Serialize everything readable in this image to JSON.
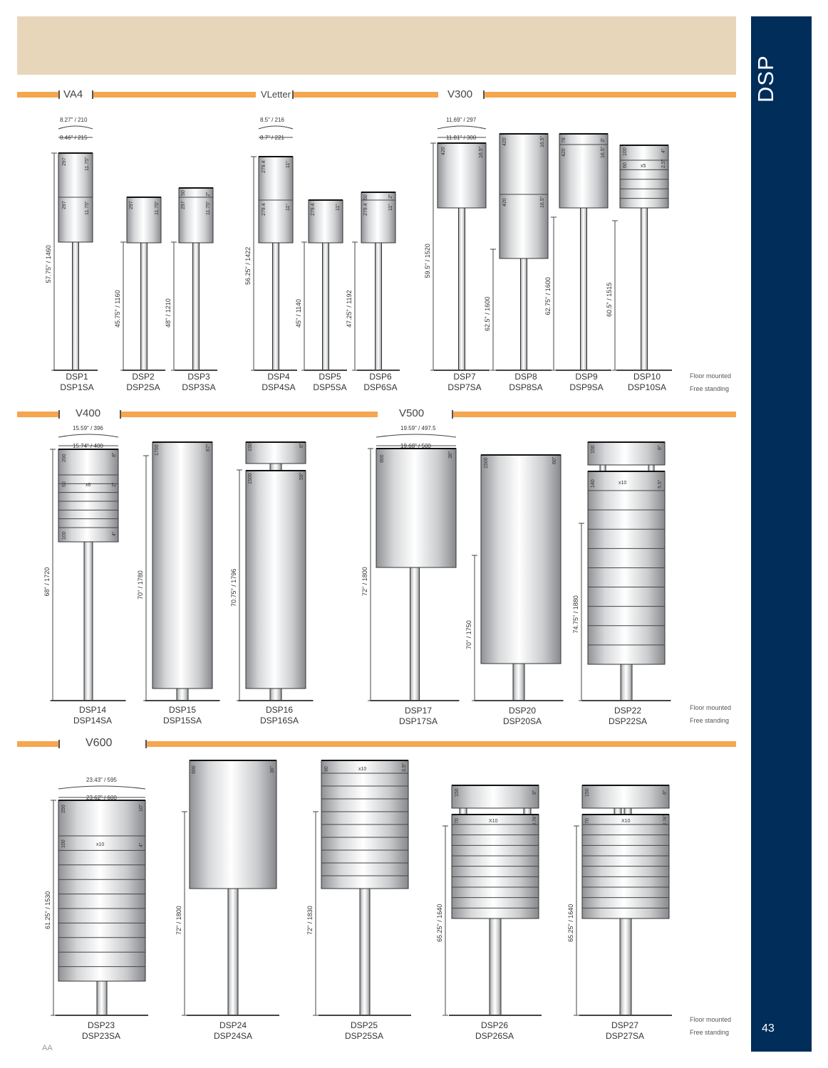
{
  "side_title": "DSP",
  "page_number": "43",
  "footer_code": "AA",
  "notes": {
    "floor": "Floor mounted",
    "free": "Free standing"
  },
  "sections": {
    "va4": "VA4",
    "vletter": "VLetter",
    "v300": "V300",
    "v400": "V400",
    "v500": "V500",
    "v600": "V600"
  },
  "widths": {
    "va4_a": "8.27\" / 210",
    "va4_b": "8.46\" / 215",
    "vl_a": "8.5\" / 216",
    "vl_b": "8.7\" / 221",
    "v300_a": "11.69\" / 297",
    "v300_b": "11.81\" / 300",
    "v400_a": "15.59\" / 396",
    "v400_b": "15.74\" / 400",
    "v500_a": "19.59\" / 497.5",
    "v500_b": "19.68\" / 500",
    "v600_a": "23.43\" / 595",
    "v600_b": "23.62\" / 600"
  },
  "products": [
    {
      "code": "DSP1",
      "sa": "DSP1SA",
      "height": "57.75\" / 1460"
    },
    {
      "code": "DSP2",
      "sa": "DSP2SA",
      "height": "45.75\" / 1160"
    },
    {
      "code": "DSP3",
      "sa": "DSP3SA",
      "height": "48\" / 1210"
    },
    {
      "code": "DSP4",
      "sa": "DSP4SA",
      "height": "56.25\" / 1422"
    },
    {
      "code": "DSP5",
      "sa": "DSP5SA",
      "height": "45\" / 1140"
    },
    {
      "code": "DSP6",
      "sa": "DSP6SA",
      "height": "47.25\" / 1192"
    },
    {
      "code": "DSP7",
      "sa": "DSP7SA",
      "height": "59.5\" / 1520"
    },
    {
      "code": "DSP8",
      "sa": "DSP8SA",
      "height": "62.5\" / 1600"
    },
    {
      "code": "DSP9",
      "sa": "DSP9SA",
      "height": "62.75\" / 1600"
    },
    {
      "code": "DSP10",
      "sa": "DSP10SA",
      "height": "60.5\" / 1515"
    },
    {
      "code": "DSP14",
      "sa": "DSP14SA",
      "height": "68\" / 1720"
    },
    {
      "code": "DSP15",
      "sa": "DSP15SA",
      "height": "70\" / 1780"
    },
    {
      "code": "DSP16",
      "sa": "DSP16SA",
      "height": "70.75\" / 1796"
    },
    {
      "code": "DSP17",
      "sa": "DSP17SA",
      "height": "72\" / 1800"
    },
    {
      "code": "DSP20",
      "sa": "DSP20SA",
      "height": "70\" / 1750"
    },
    {
      "code": "DSP22",
      "sa": "DSP22SA",
      "height": "74.75\" / 1880"
    },
    {
      "code": "DSP23",
      "sa": "DSP23SA",
      "height": "61.25\" / 1530"
    },
    {
      "code": "DSP24",
      "sa": "DSP24SA",
      "height": "72\" / 1800"
    },
    {
      "code": "DSP25",
      "sa": "DSP25SA",
      "height": "72\" / 1830"
    },
    {
      "code": "DSP26",
      "sa": "DSP26SA",
      "height": "65.25\" / 1640"
    },
    {
      "code": "DSP27",
      "sa": "DSP27SA",
      "height": "65.25\" / 1640"
    }
  ],
  "dims": {
    "d297": "297",
    "d1175": "11.75\"",
    "d50": "50",
    "d2": "2\"",
    "d2794": "279.4",
    "d11": "11\"",
    "d420": "420",
    "d165": "16.5\"",
    "d78": "78",
    "d3": "3\"",
    "d100": "100",
    "d4": "4\"",
    "d60": "60",
    "x5": "x5",
    "d25": "2.5\"",
    "d200": "200",
    "d8": "8\"",
    "x6": "x6",
    "d1700": "1700",
    "d67": "67\"",
    "d150": "150",
    "d6": "6\"",
    "d1500": "1500",
    "d59": "59\"",
    "d900": "900",
    "d36": "36\"",
    "d60in": "60\"",
    "d140": "140",
    "x10": "x10",
    "X10": "X10",
    "d55": "5.5\"",
    "d250": "250",
    "d10": "10\"",
    "d90": "90",
    "d35": "3.5\"",
    "d70": "70",
    "d276": "2.76\""
  }
}
